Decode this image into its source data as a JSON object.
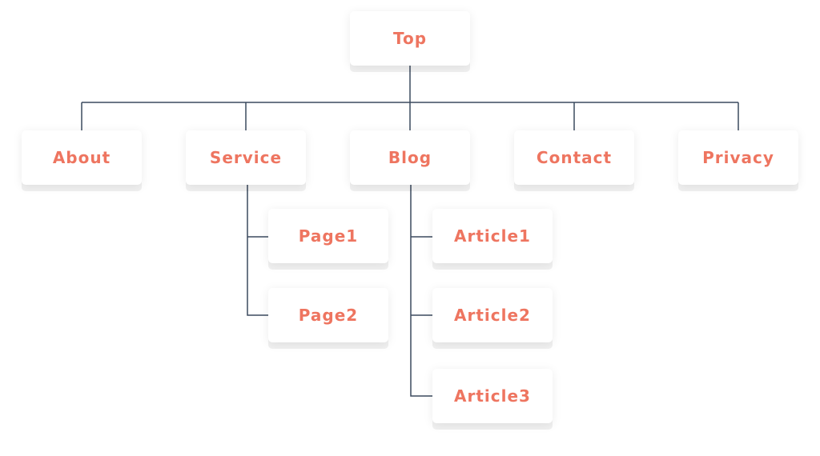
{
  "sitemap": {
    "root": {
      "label": "Top"
    },
    "sections": {
      "about": {
        "label": "About"
      },
      "service": {
        "label": "Service",
        "children": [
          {
            "label": "Page1"
          },
          {
            "label": "Page2"
          }
        ]
      },
      "blog": {
        "label": "Blog",
        "children": [
          {
            "label": "Article1"
          },
          {
            "label": "Article2"
          },
          {
            "label": "Article3"
          }
        ]
      },
      "contact": {
        "label": "Contact"
      },
      "privacy": {
        "label": "Privacy"
      }
    }
  },
  "colors": {
    "label": "#ee7560",
    "connector": "#3b4a5e",
    "card": "#ffffff"
  }
}
